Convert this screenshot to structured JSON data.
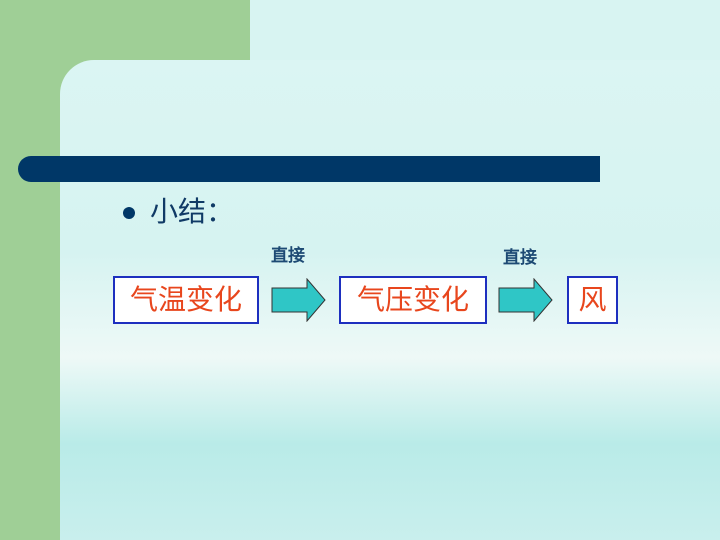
{
  "slide": {
    "summary_label": "小结：",
    "flow": {
      "box1": "气温变化",
      "box2": "气压变化",
      "box3": "风",
      "arrow1_label": "直接",
      "arrow2_label": "直接"
    }
  },
  "colors": {
    "title_bar": "#003767",
    "box_border": "#1d2fbf",
    "box_text": "#e8461d",
    "arrow_fill": "#2fc6c6"
  }
}
